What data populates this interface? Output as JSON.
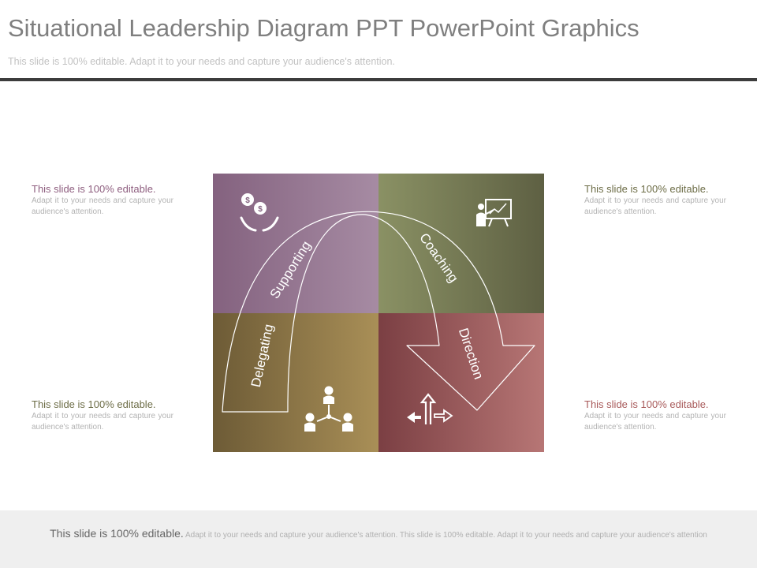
{
  "header": {
    "title": "Situational Leadership Diagram PPT PowerPoint Graphics",
    "subtitle": "This slide is 100% editable. Adapt it to your needs and capture your audience's attention."
  },
  "notes": [
    {
      "lead": "This slide is 100% editable.",
      "body": "Adapt it to your needs and capture your audience's attention."
    },
    {
      "lead": "This slide is 100% editable.",
      "body": "Adapt it to your needs and capture your audience's attention."
    },
    {
      "lead": "This slide is 100% editable.",
      "body": "Adapt it to your needs and capture your audience's attention."
    },
    {
      "lead": "This slide is 100% editable.",
      "body": "Adapt it to your needs and capture your audience's attention."
    }
  ],
  "diagram": {
    "labels": {
      "supporting": "Supporting",
      "coaching": "Coaching",
      "delegating": "Delegating",
      "direction": "Direction"
    },
    "icons": [
      "money-hands-icon",
      "presentation-icon",
      "team-network-icon",
      "direction-arrows-icon"
    ],
    "colors": {
      "supporting": "#84627f",
      "coaching": "#8a9164",
      "delegating": "#a98f57",
      "direction": "#b77675"
    }
  },
  "footer": {
    "lead": "This slide is 100% editable.",
    "body": "Adapt it to your needs and capture your audience's attention. This slide is 100% editable. Adapt it to your needs and capture your audience's attention"
  }
}
